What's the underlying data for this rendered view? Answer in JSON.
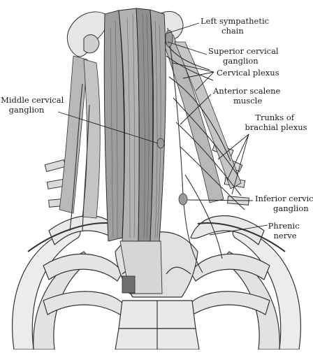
{
  "labels": {
    "left_sympathetic_chain": [
      "Left sympathetic",
      "chain"
    ],
    "superior_cervical_ganglion": [
      "Superior cervical",
      "ganglion"
    ],
    "cervical_plexus": [
      "Cervical plexus"
    ],
    "anterior_scalene_muscle": [
      "Anterior scalene",
      "muscle"
    ],
    "middle_cervical_ganglion": [
      "Middle cervical",
      "ganglion"
    ],
    "trunks_of_brachial_plexus": [
      "Trunks of",
      "brachial plexus"
    ],
    "inferior_cervical_ganglion": [
      "Inferior cervical",
      "ganglion"
    ],
    "phrenic_nerve": [
      "Phrenic",
      "nerve"
    ]
  },
  "colors": {
    "line": "#222222",
    "muscle_fill": "#a9a9a9",
    "bone_fill": "#e6e6e6",
    "background": "#ffffff"
  }
}
